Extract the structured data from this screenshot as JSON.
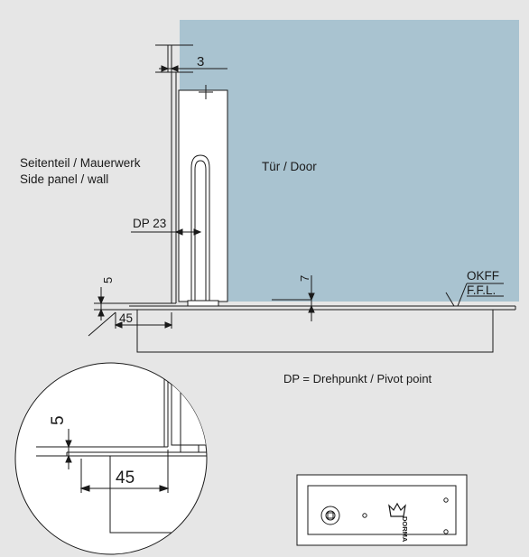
{
  "labels": {
    "dim_gap": "3",
    "side_line1": "Seitenteil / Mauerwerk",
    "side_line2": "Side panel / wall",
    "door": "Tür / Door",
    "dim_pivot": "DP 23",
    "dim_floor_height": "5",
    "dim_floor_gap": "7",
    "dim_plate_offset": "45",
    "floor_code": "OKFF",
    "floor_code_en": "F.F.L.",
    "legend": "DP = Drehpunkt / Pivot point",
    "detail_dim_height": "5",
    "detail_dim_offset": "45",
    "brand": "DORMA"
  },
  "colors": {
    "background": "#e6e6e6",
    "door_glass": "#a9c3d0",
    "line": "#1a1a1a",
    "part": "#ffffff"
  },
  "icons": {
    "brand_logo": "dorma-crown-icon"
  }
}
